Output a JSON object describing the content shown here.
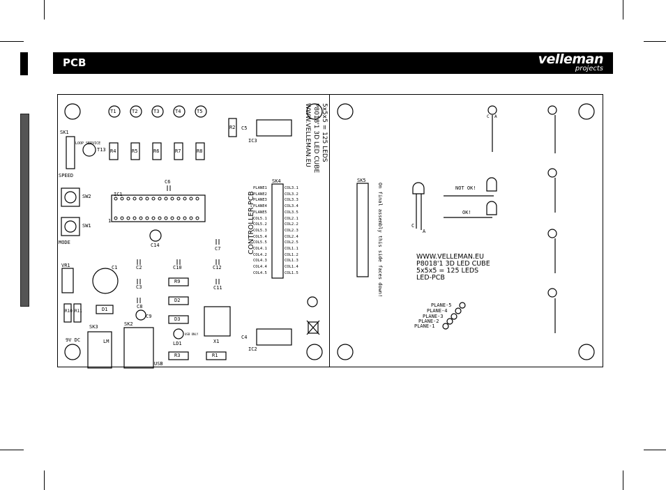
{
  "header": {
    "section_title": "PCB",
    "brand_name": "velleman",
    "brand_sub": "projects"
  },
  "controller_pcb": {
    "board_label": "CONTROLLER-PCB",
    "url": "WWW.VELLEMAN.EU",
    "kit": "P8018'1 3D LED CUBE",
    "spec": "5x5x5 = 125 LEDS",
    "components": {
      "sk1": "SK1",
      "sk1_tag": "LOOP SERVICE",
      "sw1": "SW1",
      "sw2": "SW2",
      "speed": "SPEED",
      "mode": "MODE",
      "t1": "T1",
      "t2": "T2",
      "t3": "T3",
      "t4": "T4",
      "t5": "T5",
      "t13": "T13",
      "t14": "C14",
      "r2": "R2",
      "r4": "R4",
      "r5": "R5",
      "r6": "R6",
      "r7": "R7",
      "r8": "R8",
      "r9": "R9",
      "r10": "R10",
      "r11": "R11",
      "r1": "R1",
      "r3": "R3",
      "c1": "C1",
      "c2": "C2",
      "c3": "C3",
      "c4": "C4",
      "c5": "C5",
      "c6": "C6",
      "c7": "C7",
      "c8": "C8",
      "c9": "C9",
      "c10": "C10",
      "c11": "C11",
      "c12": "C12",
      "ic1": "IC1",
      "ic2": "IC2",
      "ic3": "IC3",
      "vr1": "VR1",
      "d1": "D1",
      "d2": "D2",
      "d3": "D3",
      "sk2": "SK2",
      "sk3": "SK3",
      "sk4": "SK4",
      "usb": "USB",
      "power": "9V DC",
      "ld1": "LD1",
      "ld1_tag": "USB ONLY",
      "x1": "X1",
      "pin1": "1",
      "lm": "LM"
    },
    "sk4_left": [
      "PLANE1",
      "PLANE2",
      "PLANE3",
      "PLANE4",
      "PLANE5",
      "COL5.1",
      "COL5.2",
      "COL5.3",
      "COL5.4",
      "COL5.5",
      "COL4.1",
      "COL4.2",
      "COL4.3",
      "COL4.4",
      "COL4.5"
    ],
    "sk4_right": [
      "COL3.1",
      "COL3.2",
      "COL3.3",
      "COL3.4",
      "COL3.5",
      "COL2.1",
      "COL2.2",
      "COL2.3",
      "COL2.4",
      "COL2.5",
      "COL1.1",
      "COL1.2",
      "COL1.3",
      "COL1.4",
      "COL1.5"
    ]
  },
  "led_pcb": {
    "sk5": "SK5",
    "note": "On final assembly this side faces down!",
    "not_ok": "NOT OK!",
    "ok": "OK!",
    "led_c": "C",
    "led_a": "A",
    "url": "WWW.VELLEMAN.EU",
    "kit": "P8018'1 3D LED CUBE",
    "spec": "5x5x5 = 125 LEDS",
    "board_label": "LED-PCB",
    "planes": [
      "PLANE-5",
      "PLANE-4",
      "PLANE-3",
      "PLANE-2",
      "PLANE-1"
    ]
  }
}
